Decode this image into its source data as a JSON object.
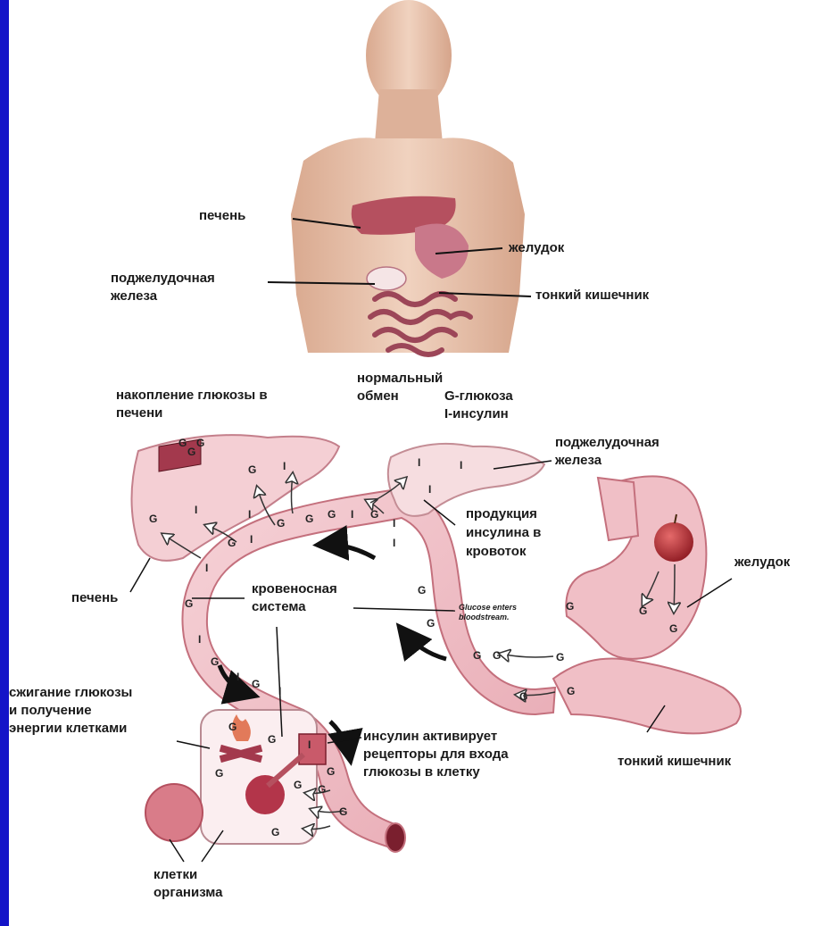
{
  "labels": {
    "liver_top": "печень",
    "stomach_top": "желудок",
    "pancreas_top": "поджелудочная\nжелеза",
    "small_intestine_top": "тонкий кишечник",
    "normal_metabolism": "нормальный\nобмен",
    "legend": "G-глюкоза\nI-инсулин",
    "glucose_storage": "накопление глюкозы в\nпечени",
    "pancreas_bottom": "поджелудочная\nжелеза",
    "insulin_production": "продукция\nинсулина в\nкровоток",
    "stomach_bottom": "желудок",
    "liver_bottom": "печень",
    "circulatory_system": "кровеносная\nсистема",
    "glucose_enters": "Glucose enters\nbloodstream.",
    "glucose_burning": "сжигание глюкозы\nи получение\nэнергии клетками",
    "insulin_activates": "инсулин активирует\nрецепторы для входа\nглюкозы в клетку",
    "small_intestine_bottom": "тонкий кишечник",
    "body_cells": "клетки\nорганизма"
  },
  "symbols": {
    "glucose": "G",
    "insulin": "I"
  },
  "colors": {
    "frame": "#1414c8",
    "skin": "#e9c6b0",
    "organ": "#e8a9b3",
    "organ_dark": "#b8485c",
    "vessel": "#f2c6cc",
    "text": "#1a1a1a"
  }
}
